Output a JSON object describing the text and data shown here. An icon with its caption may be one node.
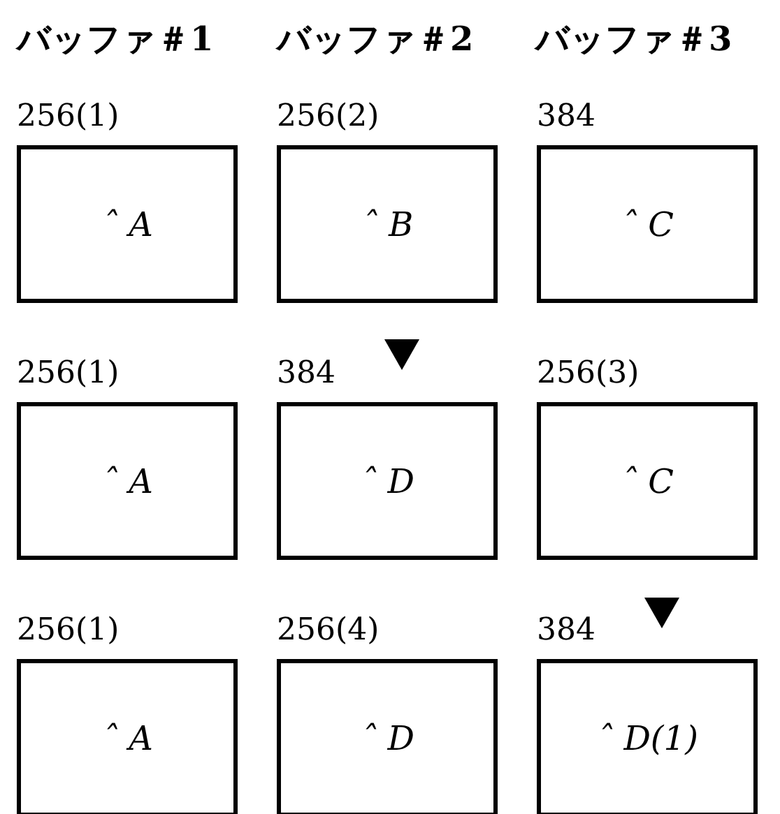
{
  "diagram": {
    "nodes": [
      {
        "text": [
          "ˆ A"
        ],
        "beside": [
          "256(1)"
        ]
      },
      {
        "text": [
          "ˆ B"
        ],
        "beside": [
          "256(2)"
        ]
      },
      {
        "text": [
          "ˆ C"
        ],
        "beside": [
          "384"
        ]
      },
      {
        "text": [
          "ˆ A"
        ],
        "beside": [
          "256(1)"
        ]
      },
      {
        "text": [
          "ˆ D"
        ],
        "beside": [
          "384"
        ]
      },
      {
        "text": [
          "ˆ C"
        ],
        "beside": [
          "256(3)"
        ]
      },
      {
        "text": [
          "ˆ A"
        ],
        "beside": [
          "256(1)"
        ]
      },
      {
        "text": [
          "ˆ D"
        ],
        "beside": [
          "256(4)"
        ]
      },
      {
        "text": [
          "ˆ D(1)"
        ],
        "beside": [
          "384"
        ]
      }
    ],
    "labels": [
      "バッファ＃1",
      "バッファ＃2",
      "バッファ＃3"
    ]
  }
}
